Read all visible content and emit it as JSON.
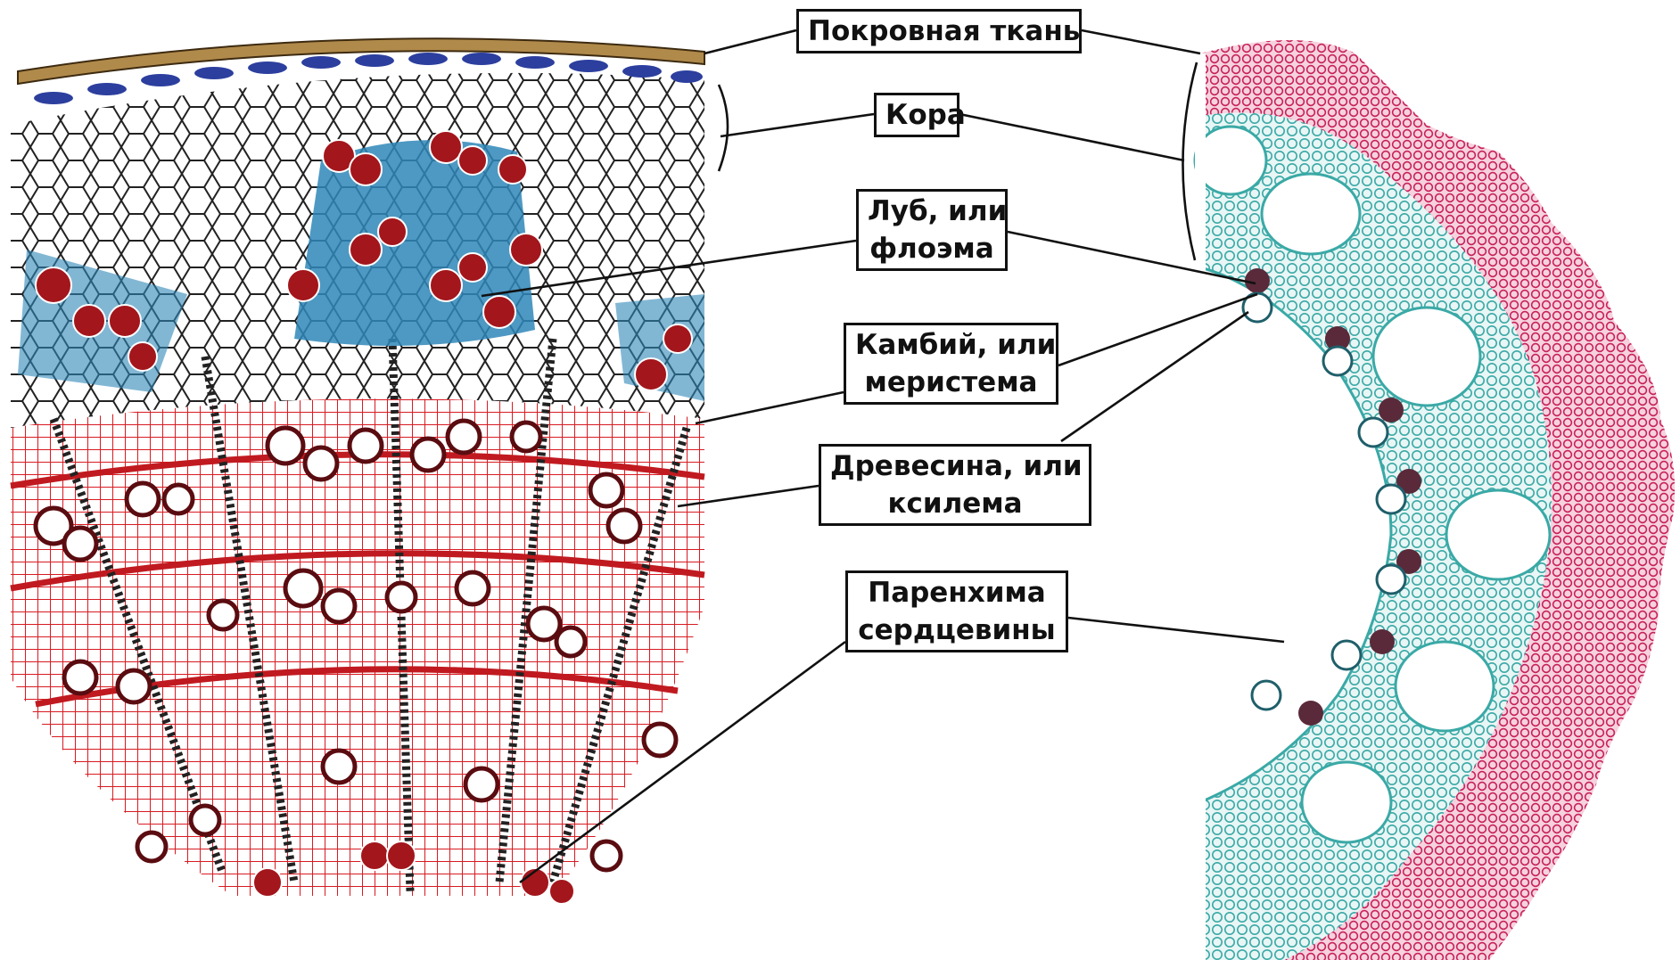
{
  "labels": {
    "pokrovnaya": "Покровная ткань",
    "kora": "Кора",
    "lub_1": "Луб, или",
    "lub_2": "флоэма",
    "kambiy_1": "Камбий, или",
    "kambiy_2": "меристема",
    "drevesina_1": "Древесина, или",
    "drevesina_2": "ксилема",
    "parenhima_1": "Паренхима",
    "parenhima_2": "сердцевины"
  },
  "colors": {
    "background": "#ffffff",
    "cork_brown": "#b08a4a",
    "blue_layer": "#2c3f9e",
    "phloem_red": "#a3161c",
    "phloem_blue": "#2f87b8",
    "xylem_red": "#d81b22",
    "section_pink": "#c7205a",
    "section_teal": "#3aa9a6",
    "line": "#111111"
  }
}
